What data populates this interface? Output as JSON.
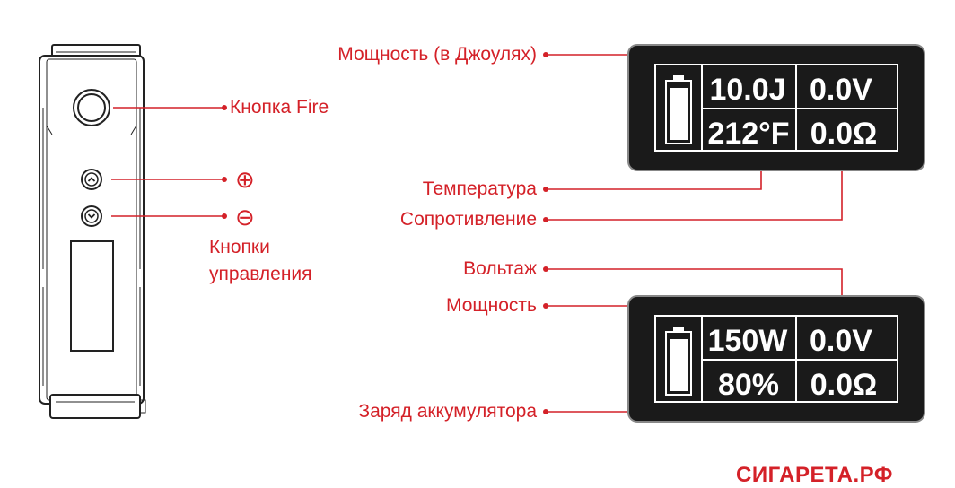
{
  "labels": {
    "power_joules": "Мощность (в Джоулях)",
    "fire_button": "Кнопка Fire",
    "plus_symbol": "⊕",
    "minus_symbol": "⊖",
    "control_buttons_line1": "Кнопки",
    "control_buttons_line2": "управления",
    "temperature": "Температура",
    "resistance": "Сопротивление",
    "voltage": "Вольтаж",
    "power": "Мощность",
    "battery_charge": "Заряд аккумулятора"
  },
  "screen1": {
    "power": "10.0J",
    "voltage": "0.0V",
    "temperature": "212°F",
    "resistance": "0.0Ω"
  },
  "screen2": {
    "power": "150W",
    "voltage": "0.0V",
    "charge": "80%",
    "resistance": "0.0Ω"
  },
  "brand": "СИГАРЕТА.РФ",
  "colors": {
    "accent": "#d42128",
    "screen_bg": "#1a1a1a",
    "device_outline": "#222222"
  }
}
